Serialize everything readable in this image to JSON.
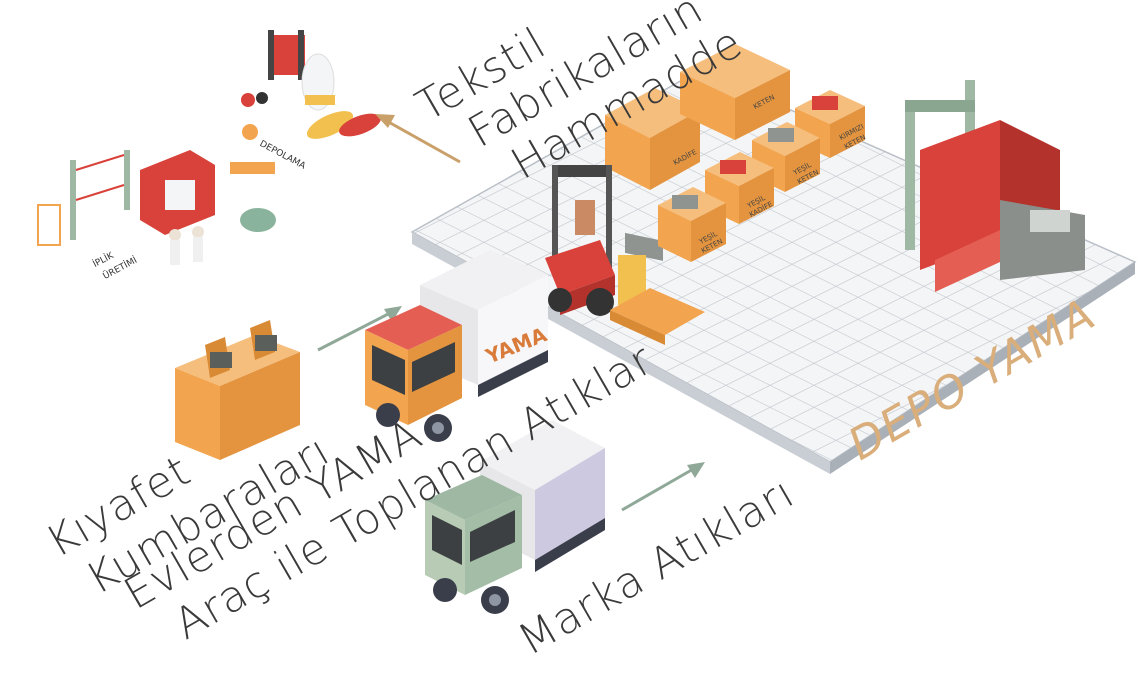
{
  "labels": {
    "tekstil_line1": "Tekstil",
    "tekstil_line2": "Fabrikaların",
    "tekstil_line3": "Hammadde",
    "kiyafet_line1": "Kıyafet",
    "kiyafet_line2": "Kumbaraları",
    "evlerden_line1": "Evlerden YAMA",
    "evlerden_line2": "Araç ile Toplanan Atıklar",
    "marka": "Marka Atıkları",
    "depo_yama": "DEPO YAMA",
    "depolama": "DEPOLAMA",
    "iplik_line1": "İPLİK",
    "iplik_line2": "ÜRETİMİ",
    "truck_brand": "YAMA"
  },
  "crates": {
    "kadife": "KADİFE",
    "keten": "KETEN",
    "kirmizi_keten_1": "KIRMIZI",
    "kirmizi_keten_2": "KETEN",
    "yesil_keten_1": "YEŞİL",
    "yesil_keten_2": "KETEN",
    "yesil_kadife_1": "YEŞİL",
    "yesil_kadife_2": "KADİFE",
    "yesil_keten_b_1": "YEŞİL",
    "yesil_keten_b_2": "KETEN"
  },
  "colors": {
    "orange": "#f2a54e",
    "orange_dark": "#d98a35",
    "grid_line": "#b9bfc6",
    "grid_fill": "#f4f5f7",
    "red": "#d9423a",
    "sage": "#9fb8a3",
    "arrow": "#8fa898",
    "label_text": "#3a3a3a",
    "depo_text": "#d9ae7a"
  }
}
